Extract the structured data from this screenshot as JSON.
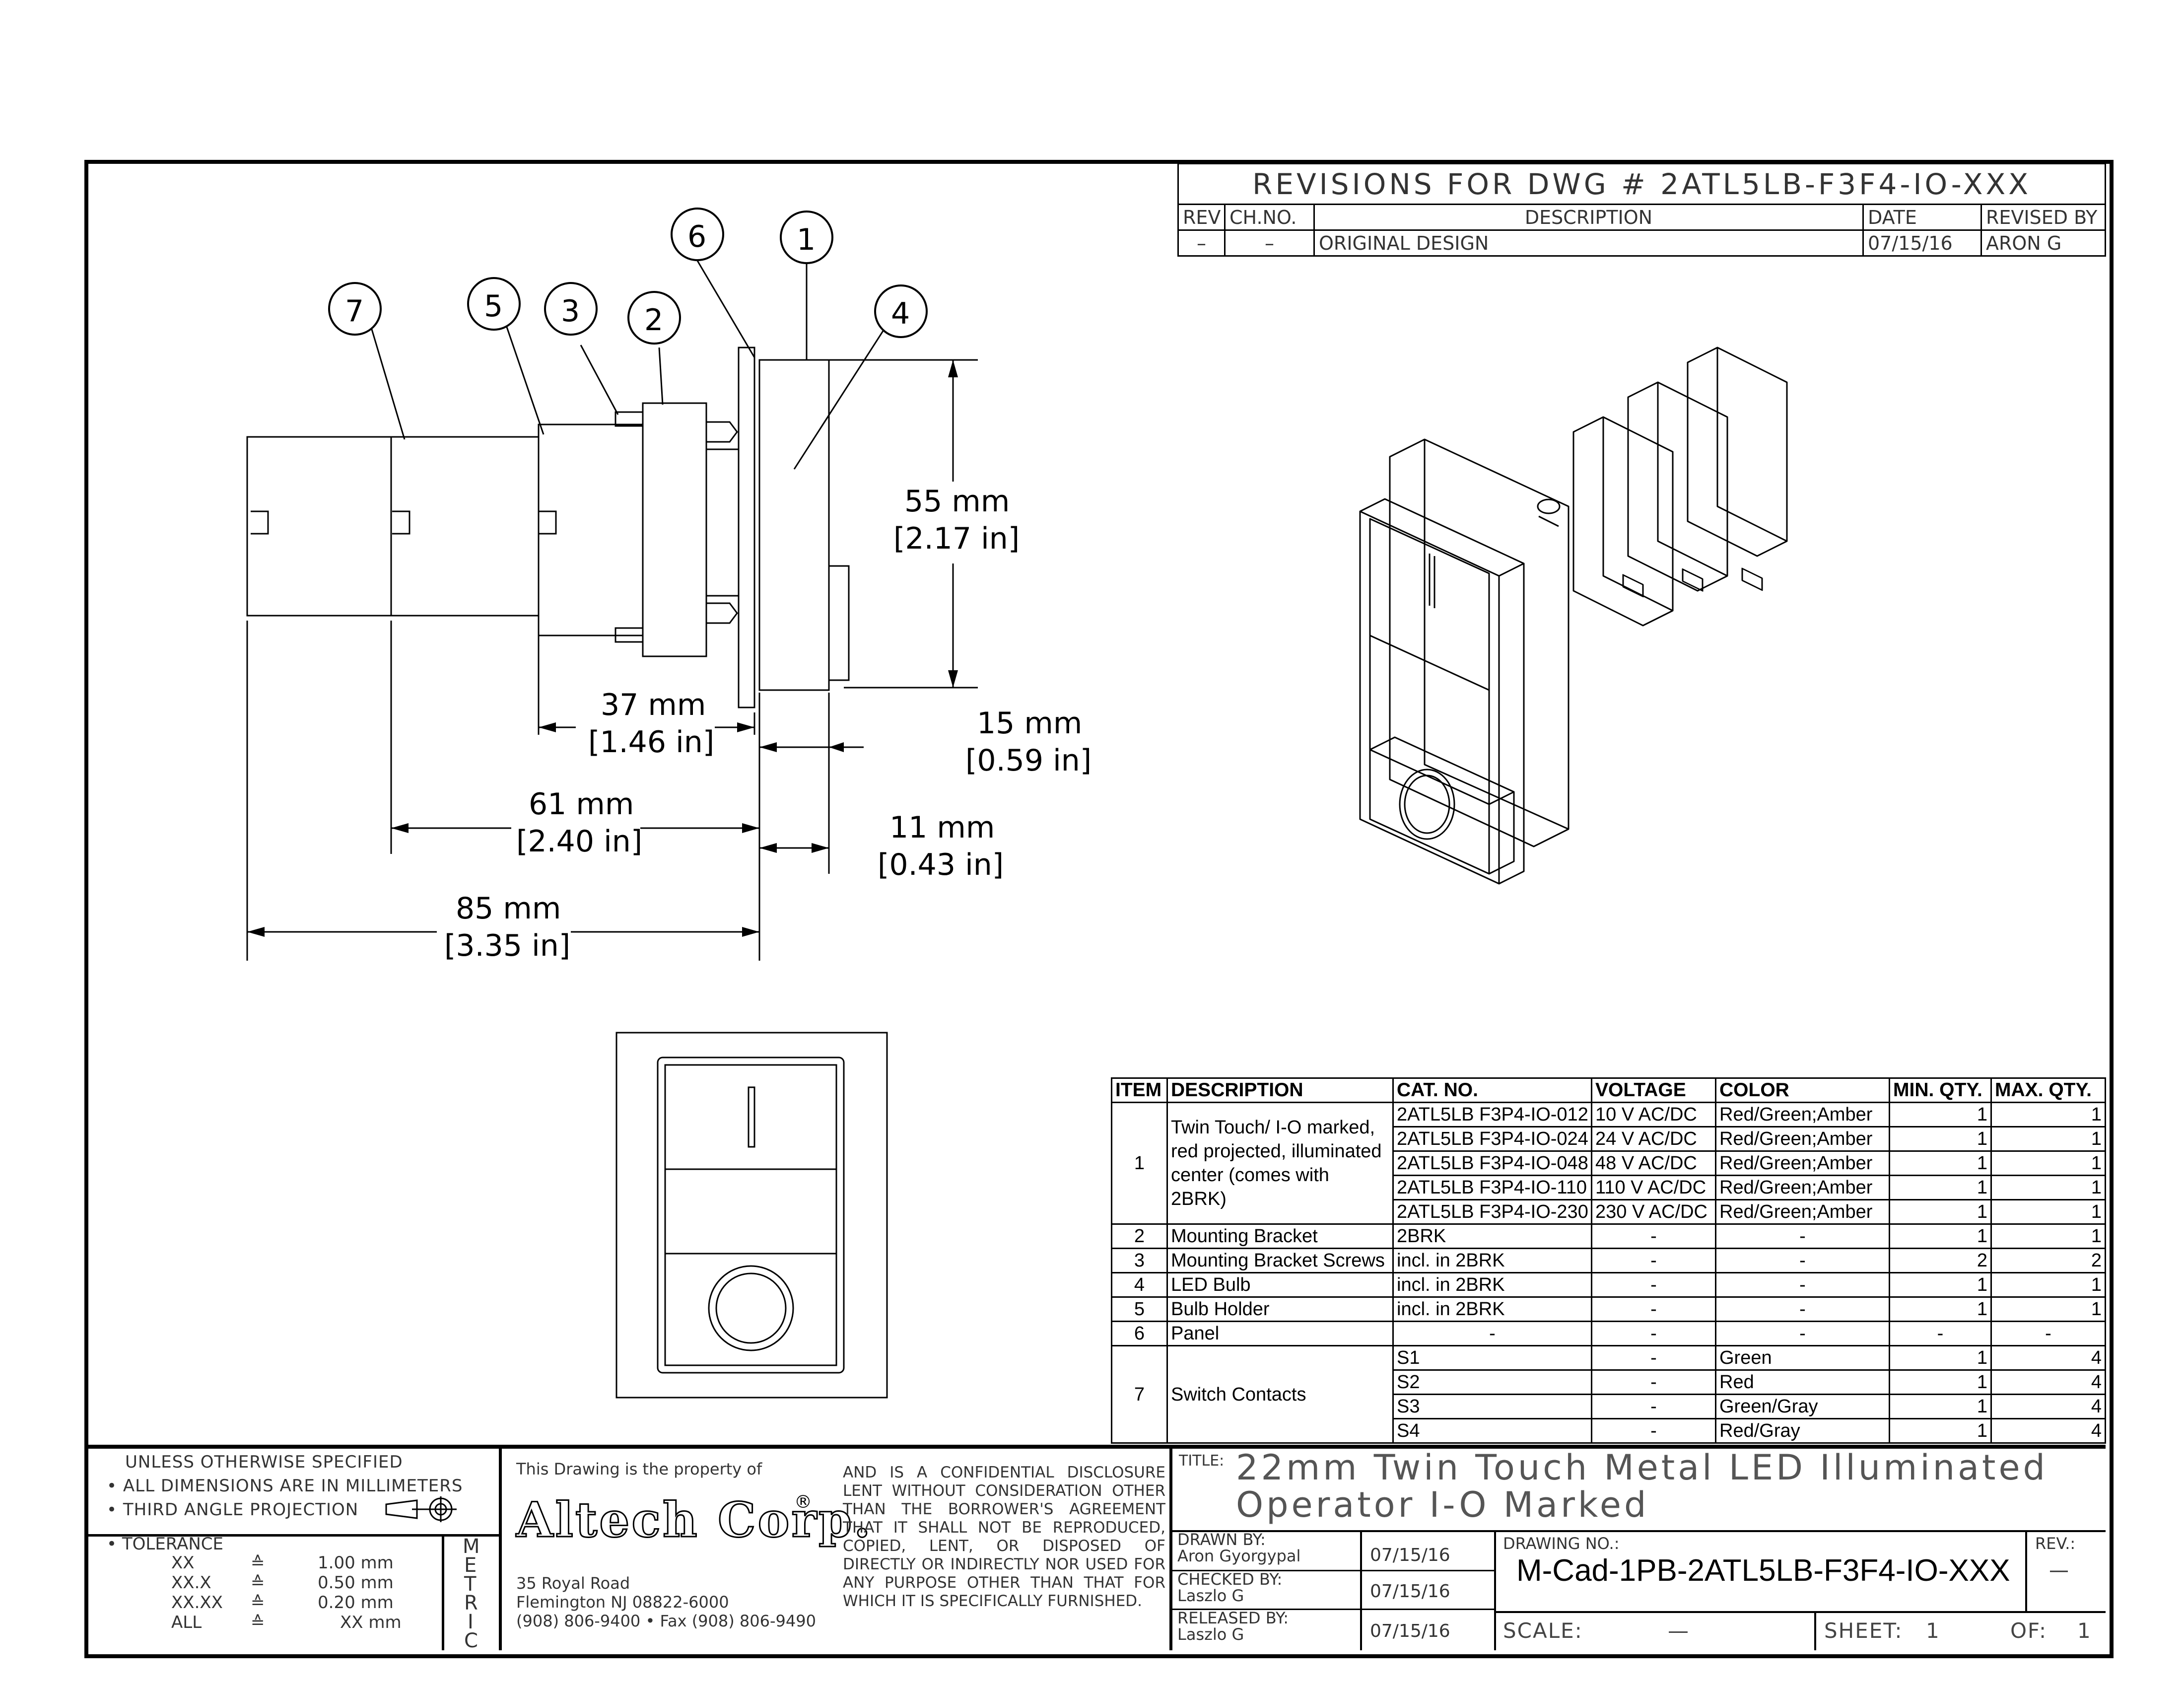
{
  "revisions": {
    "title": "REVISIONS FOR DWG # 2ATL5LB-F3F4-IO-XXX",
    "headers": [
      "REV",
      "CH.NO.",
      "DESCRIPTION",
      "DATE",
      "REVISED BY"
    ],
    "rows": [
      [
        "–",
        "–",
        "ORIGINAL DESIGN",
        "07/15/16",
        "ARON G"
      ]
    ]
  },
  "balloons": [
    "1",
    "2",
    "3",
    "4",
    "5",
    "6",
    "7"
  ],
  "dimensions": {
    "d55": {
      "mm": "55 mm",
      "in": "[2.17 in]"
    },
    "d37": {
      "mm": "37 mm",
      "in": "[1.46 in]"
    },
    "d15": {
      "mm": "15 mm",
      "in": "[0.59 in]"
    },
    "d61": {
      "mm": "61 mm",
      "in": "[2.40 in]"
    },
    "d11": {
      "mm": "11 mm",
      "in": "[0.43 in]"
    },
    "d85": {
      "mm": "85 mm",
      "in": "[3.35 in]"
    }
  },
  "bom": {
    "headers": [
      "ITEM",
      "DESCRIPTION",
      "CAT. NO.",
      "VOLTAGE",
      "COLOR",
      "MIN. QTY.",
      "MAX. QTY."
    ],
    "item1": {
      "item": "1",
      "description": "Twin Touch/ I-O marked, red projected, illuminated center (comes with 2BRK)",
      "rows": [
        [
          "2ATL5LB F3P4-IO-012",
          "10 V AC/DC",
          "Red/Green;Amber",
          "1",
          "1"
        ],
        [
          "2ATL5LB F3P4-IO-024",
          "24 V AC/DC",
          "Red/Green;Amber",
          "1",
          "1"
        ],
        [
          "2ATL5LB F3P4-IO-048",
          "48 V AC/DC",
          "Red/Green;Amber",
          "1",
          "1"
        ],
        [
          "2ATL5LB F3P4-IO-110",
          "110 V AC/DC",
          "Red/Green;Amber",
          "1",
          "1"
        ],
        [
          "2ATL5LB F3P4-IO-230",
          "230 V AC/DC",
          "Red/Green;Amber",
          "1",
          "1"
        ]
      ]
    },
    "items": [
      [
        "2",
        "Mounting Bracket",
        "2BRK",
        "-",
        "-",
        "1",
        "1"
      ],
      [
        "3",
        "Mounting Bracket Screws",
        "incl. in 2BRK",
        "-",
        "-",
        "2",
        "2"
      ],
      [
        "4",
        "LED Bulb",
        "incl. in 2BRK",
        "-",
        "-",
        "1",
        "1"
      ],
      [
        "5",
        "Bulb Holder",
        "incl. in 2BRK",
        "-",
        "-",
        "1",
        "1"
      ],
      [
        "6",
        "Panel",
        "-",
        "-",
        "-",
        "-",
        "-"
      ]
    ],
    "item7": {
      "item": "7",
      "description": "Switch Contacts",
      "rows": [
        [
          "S1",
          "-",
          "Green",
          "1",
          "4"
        ],
        [
          "S2",
          "-",
          "Red",
          "1",
          "4"
        ],
        [
          "S3",
          "-",
          "Green/Gray",
          "1",
          "4"
        ],
        [
          "S4",
          "-",
          "Red/Gray",
          "1",
          "4"
        ]
      ]
    }
  },
  "title_block": {
    "unless": "UNLESS OTHERWISE SPECIFIED",
    "all_dims": "• ALL DIMENSIONS ARE IN MILLIMETERS",
    "third_angle": "• THIRD ANGLE PROJECTION",
    "tolerance_label": "• TOLERANCE",
    "tolerances": [
      [
        "XX",
        "≙",
        "1.00 mm"
      ],
      [
        "XX.X",
        "≙",
        "0.50 mm"
      ],
      [
        "XX.XX",
        "≙",
        "0.20 mm"
      ],
      [
        "ALL",
        "≙",
        "XX mm"
      ]
    ],
    "metric": [
      "M",
      "E",
      "T",
      "R",
      "I",
      "C"
    ],
    "property_of": "This Drawing is the property of",
    "company": "Altech Corp.",
    "address1": "35 Royal Road",
    "address2": "Flemington NJ 08822-6000",
    "address3": "(908) 806-9400 • Fax (908) 806-9490",
    "disclosure": "AND IS A CONFIDENTIAL DISCLOSURE LENT WITHOUT CONSIDERATION OTHER THAN THE BORROWER'S AGREEMENT THAT IT SHALL NOT BE REPRODUCED, COPIED, LENT, OR DISPOSED OF DIRECTLY OR INDIRECTLY NOR USED FOR ANY PURPOSE OTHER THAN THAT FOR WHICH IT IS SPECIFICALLY FURNISHED.",
    "title_label": "TITLE:",
    "title_line1": "22mm Twin Touch Metal LED Illuminated",
    "title_line2": "Operator I-O Marked",
    "drawn_by_label": "DRAWN BY:",
    "drawn_by": "Aron Gyorgypal",
    "drawn_date": "07/15/16",
    "checked_by_label": "CHECKED BY:",
    "checked_by": "Laszlo G",
    "checked_date": "07/15/16",
    "released_by_label": "RELEASED BY:",
    "released_by": "Laszlo G",
    "released_date": "07/15/16",
    "drawing_no_label": "DRAWING NO.:",
    "drawing_no": "M-Cad-1PB-2ATL5LB-F3F4-IO-XXX",
    "rev_label": "REV.:",
    "rev": "—",
    "scale_label": "SCALE:",
    "scale": "—",
    "sheet_label": "SHEET:",
    "sheet": "1",
    "of_label": "OF:",
    "of": "1"
  }
}
